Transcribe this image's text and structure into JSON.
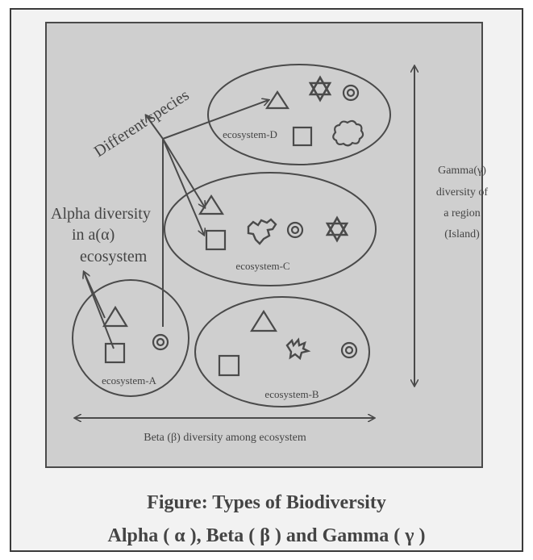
{
  "figure": {
    "caption_title": "Figure: Types of Biodiversity",
    "caption_subtitle": "Alpha ( α ), Beta ( β ) and Gamma ( γ )"
  },
  "labels": {
    "different_species": "Different species",
    "alpha_line1": "Alpha diversity",
    "alpha_line2": "in a(α)",
    "alpha_line3": "ecosystem",
    "gamma_line1": "Gamma(γ)",
    "gamma_line2": "diversity of",
    "gamma_line3": "a region",
    "gamma_line4": "(Island)",
    "beta": "Beta (β) diversity among ecosystem"
  },
  "ecosystems": {
    "a": "ecosystem-A",
    "b": "ecosystem-B",
    "c": "ecosystem-C",
    "d": "ecosystem-D"
  },
  "colors": {
    "panel": "#cfcfcf",
    "stroke": "#4a4a4a",
    "text": "#444444",
    "background": "#f2f2f2"
  }
}
